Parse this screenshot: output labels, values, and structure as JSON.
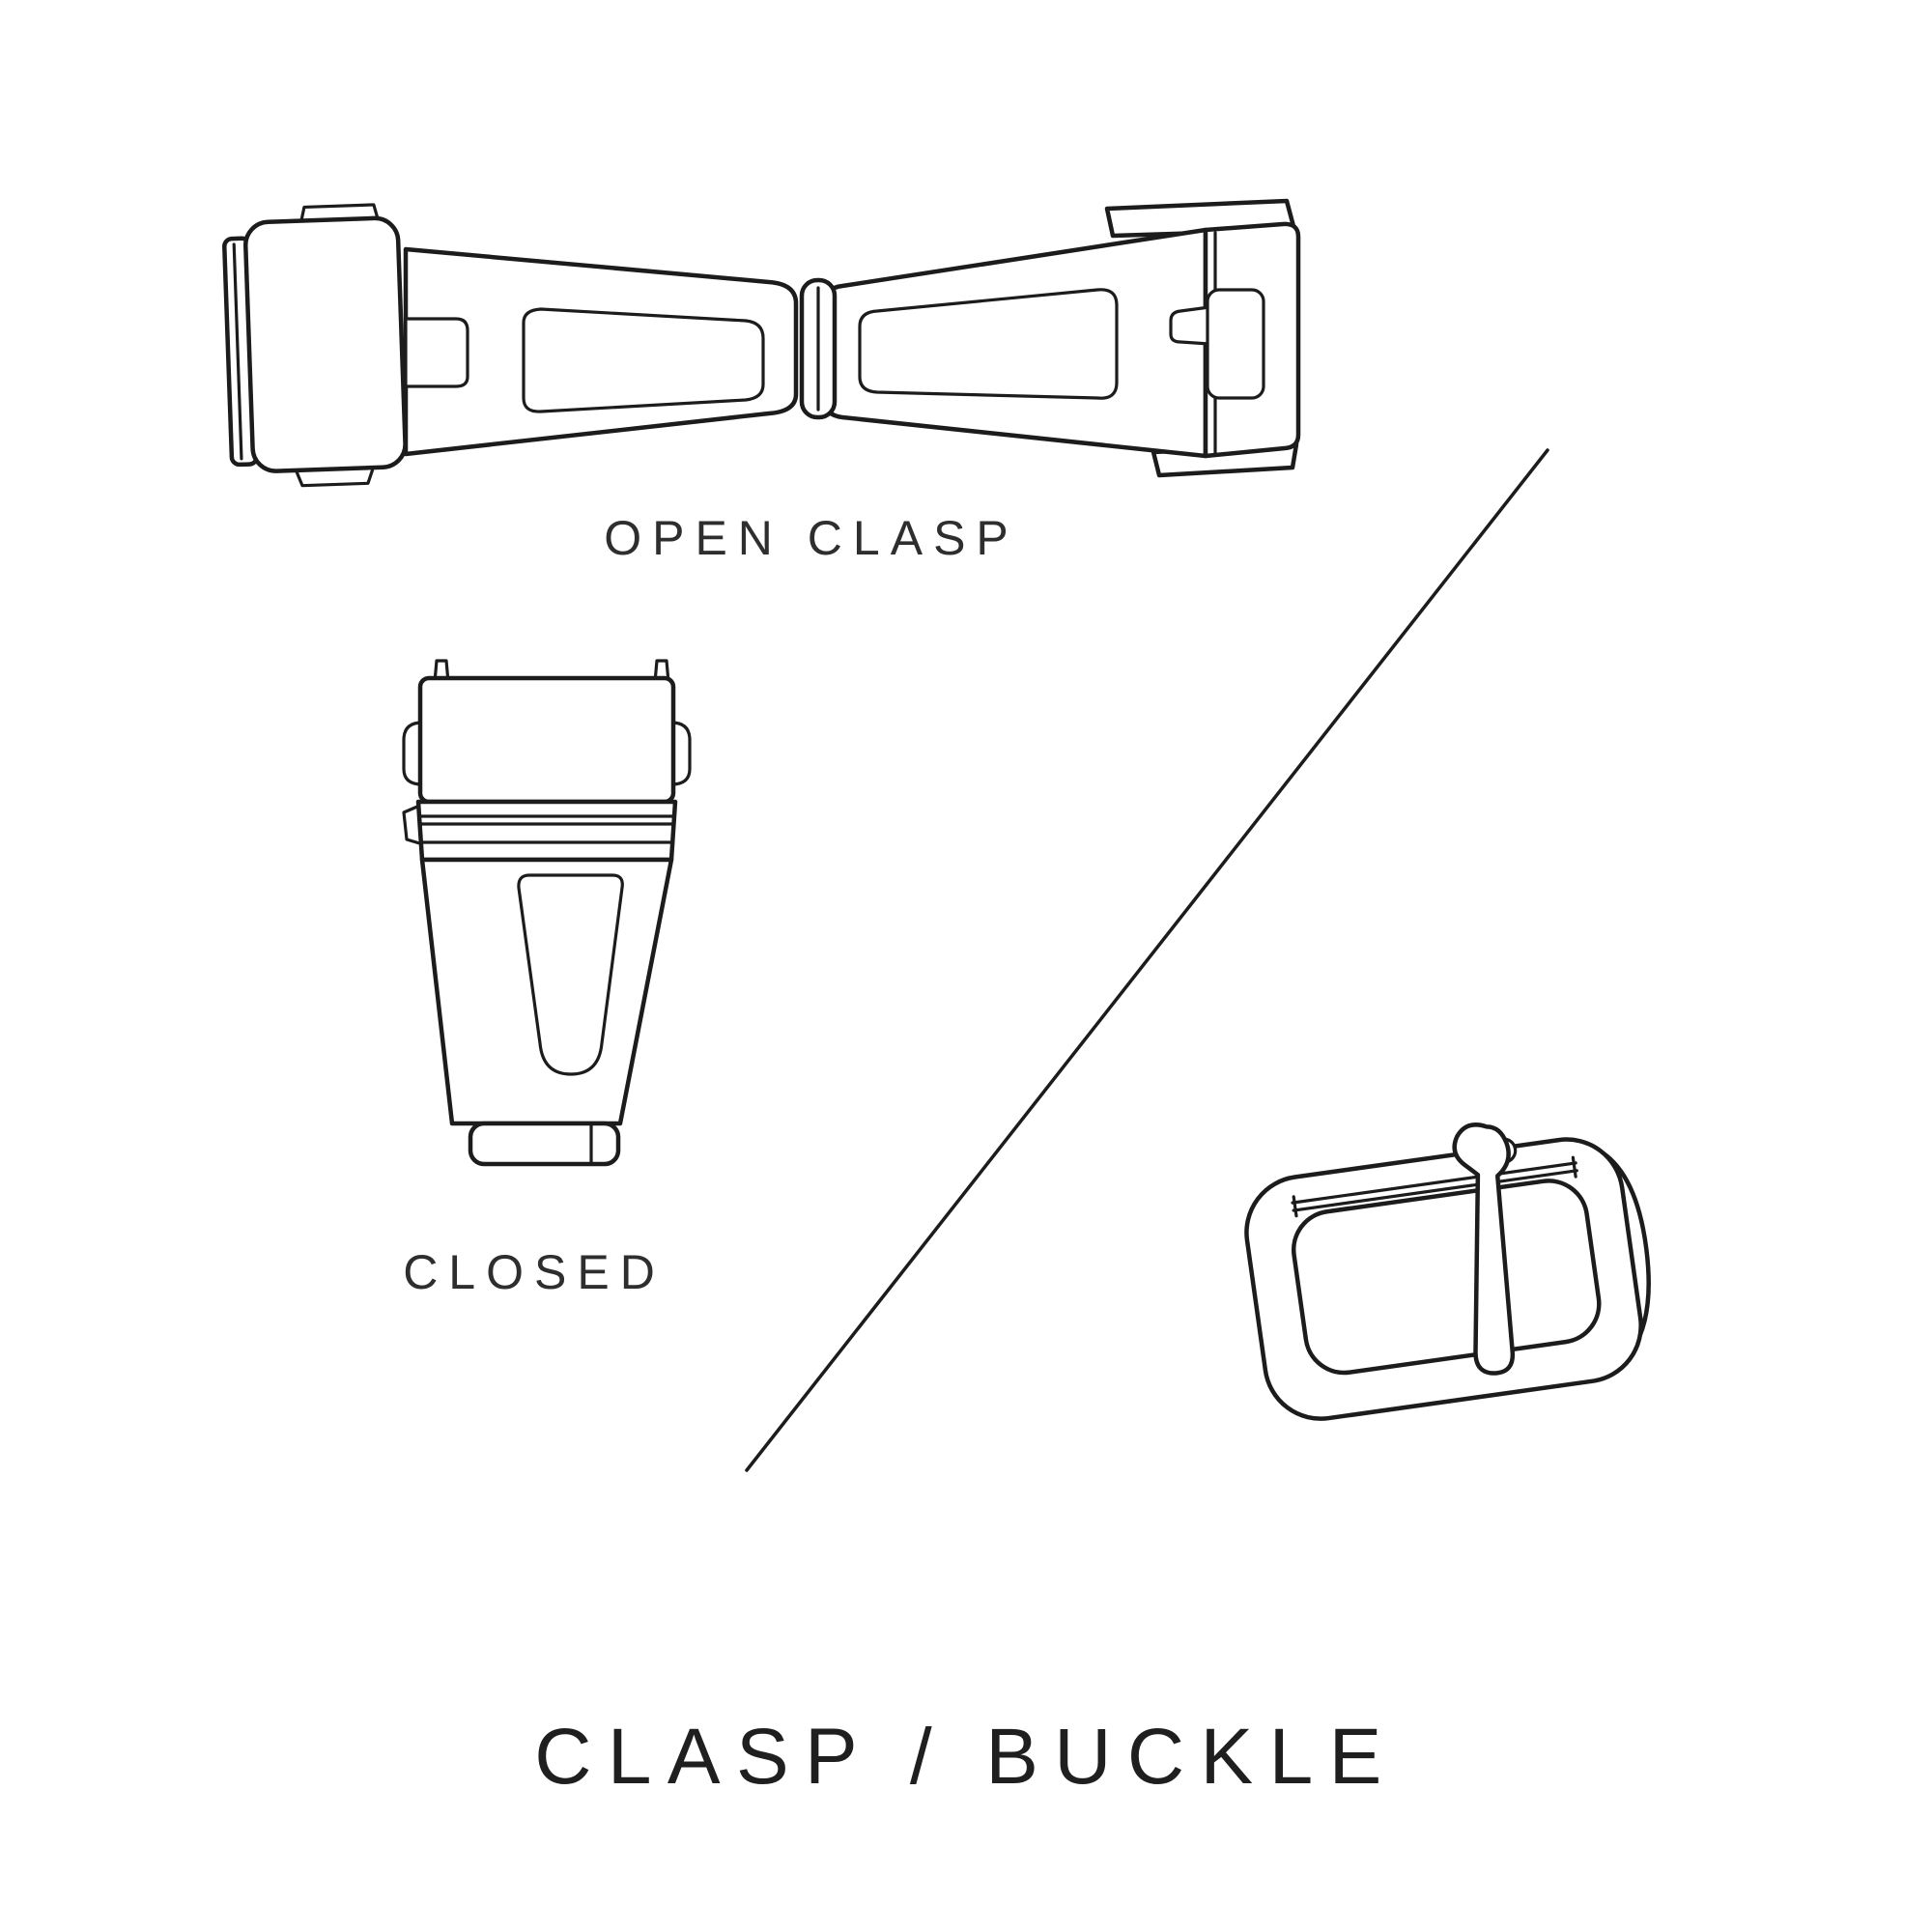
{
  "theme": {
    "background": "#ffffff",
    "line_color": "#1c1c1c",
    "text_color": "#2e2e2e",
    "title_color": "#1f1f1f"
  },
  "labels": {
    "open_clasp": "OPEN CLASP",
    "closed": "CLOSED",
    "title": "CLASP / BUCKLE"
  },
  "illustrations": {
    "open_clasp": "watch-clasp-open-line-drawing",
    "closed": "watch-clasp-closed-line-drawing",
    "buckle": "watch-tang-buckle-line-drawing",
    "divider": "diagonal-divider-line"
  }
}
